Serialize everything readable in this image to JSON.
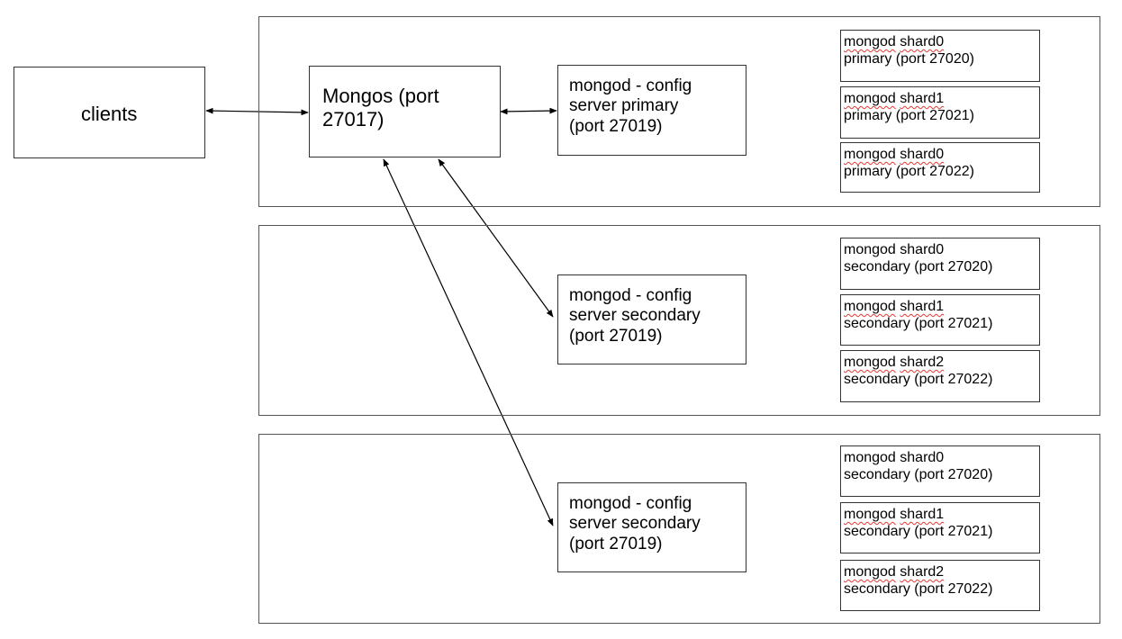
{
  "clients": {
    "label": "clients"
  },
  "mongos": {
    "label": "Mongos (port\n27017)"
  },
  "groups": [
    {
      "config": {
        "label": "mongod - config\nserver primary\n(port 27019)"
      },
      "shards": [
        {
          "word": "mongod",
          "name": "shard0",
          "role_port": "primary (port 27020)"
        },
        {
          "word": "mongod",
          "name": "shard1",
          "role_port": "primary (port 27021)"
        },
        {
          "word": "mongod",
          "name": "shard0",
          "role_port": "primary (port 27022)"
        }
      ]
    },
    {
      "config": {
        "label": "mongod - config\nserver secondary\n(port 27019)"
      },
      "shards": [
        {
          "word": "mongod",
          "name": "shard0",
          "role_port": "secondary (port 27020)"
        },
        {
          "word": "mongod",
          "name": "shard1",
          "role_port": "secondary (port 27021)"
        },
        {
          "word": "mongod",
          "name": "shard2",
          "role_port": "secondary (port 27022)"
        }
      ]
    },
    {
      "config": {
        "label": "mongod - config\nserver secondary\n(port 27019)"
      },
      "shards": [
        {
          "word": "mongod",
          "name": "shard0",
          "role_port": "secondary (port 27020)"
        },
        {
          "word": "mongod",
          "name": "shard1",
          "role_port": "secondary (port 27021)"
        },
        {
          "word": "mongod",
          "name": "shard2",
          "role_port": "secondary (port 27022)"
        }
      ]
    }
  ]
}
